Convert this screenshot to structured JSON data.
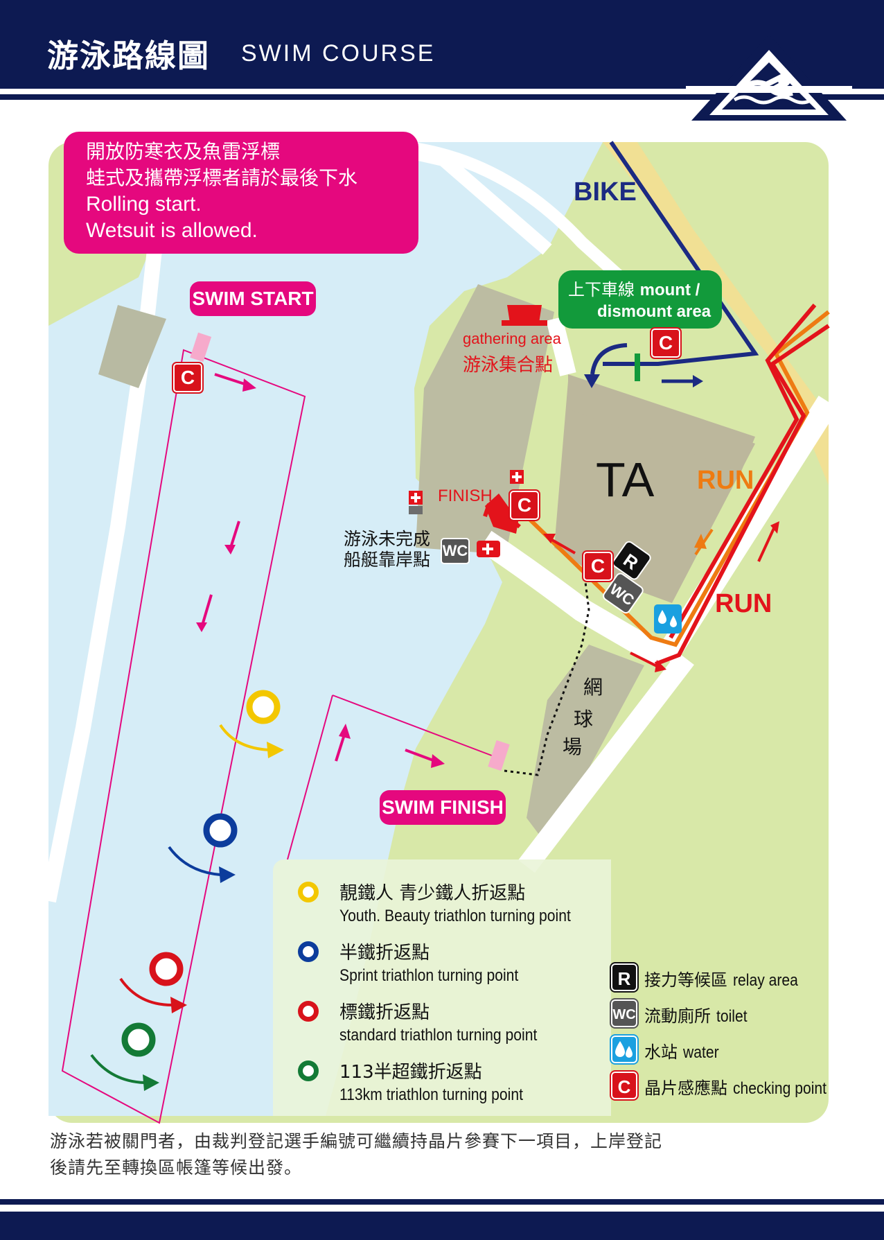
{
  "header": {
    "title_zh": "游泳路線圖",
    "title_en": "SWIM  COURSE"
  },
  "colors": {
    "navy": "#0d1a52",
    "magenta": "#e5087e",
    "water": "#d6edf7",
    "grass": "#d8e8a8",
    "run_red": "#e3131b",
    "run_orange": "#ee7b12",
    "bike_blue": "#1b2a82",
    "yellow": "#f3c700",
    "blue": "#0c3c9c",
    "red": "#d8121b",
    "green": "#137a36"
  },
  "notice": {
    "line1": "開放防寒衣及魚雷浮標",
    "line2": "蛙式及攜帶浮標者請於最後下水",
    "line3": "Rolling start.",
    "line4": "Wetsuit is allowed."
  },
  "map": {
    "swim_start": "SWIM START",
    "swim_finish": "SWIM FINISH",
    "bike": "BIKE",
    "run_1": "RUN",
    "run_2": "RUN",
    "ta": "TA",
    "gathering_en": "gathering area",
    "gathering_zh": "游泳集合點",
    "finish": "FINISH",
    "boat_line1": "游泳未完成",
    "boat_line2": "船艇靠岸點",
    "mount_zh": "上下車線",
    "mount_en1": "mount /",
    "mount_en2": "dismount  area",
    "tennis_1": "網",
    "tennis_2": "球",
    "tennis_3": "場",
    "checkpoint_letter": "C",
    "relay_letter": "R",
    "wc_letter": "WC"
  },
  "legend": {
    "turning_points": [
      {
        "zh": "靚鐵人  青少鐵人折返點",
        "en": "Youth. Beauty triathlon turning point",
        "color": "#f3c700"
      },
      {
        "zh": "半鐵折返點",
        "en": "Sprint triathlon turning point",
        "color": "#0c3c9c"
      },
      {
        "zh": "標鐵折返點",
        "en": "standard triathlon turning point",
        "color": "#d8121b"
      },
      {
        "zh": "113半超鐵折返點",
        "en": "113km triathlon turning point",
        "color": "#137a36"
      }
    ],
    "icons": [
      {
        "letter": "R",
        "zh": "接力等候區",
        "en": "relay area",
        "icon": "relay-icon"
      },
      {
        "letter": "WC",
        "zh": "流動廁所",
        "en": "toilet",
        "icon": "toilet-icon"
      },
      {
        "letter": "",
        "zh": "水站",
        "en": "water",
        "icon": "water-icon"
      },
      {
        "letter": "C",
        "zh": "晶片感應點",
        "en": "checking point",
        "icon": "checkpoint-icon"
      }
    ]
  },
  "footnote": {
    "line1": "游泳若被關門者，由裁判登記選手編號可繼續持晶片參賽下一項目，上岸登記",
    "line2": "後請先至轉換區帳篷等候出發。"
  }
}
